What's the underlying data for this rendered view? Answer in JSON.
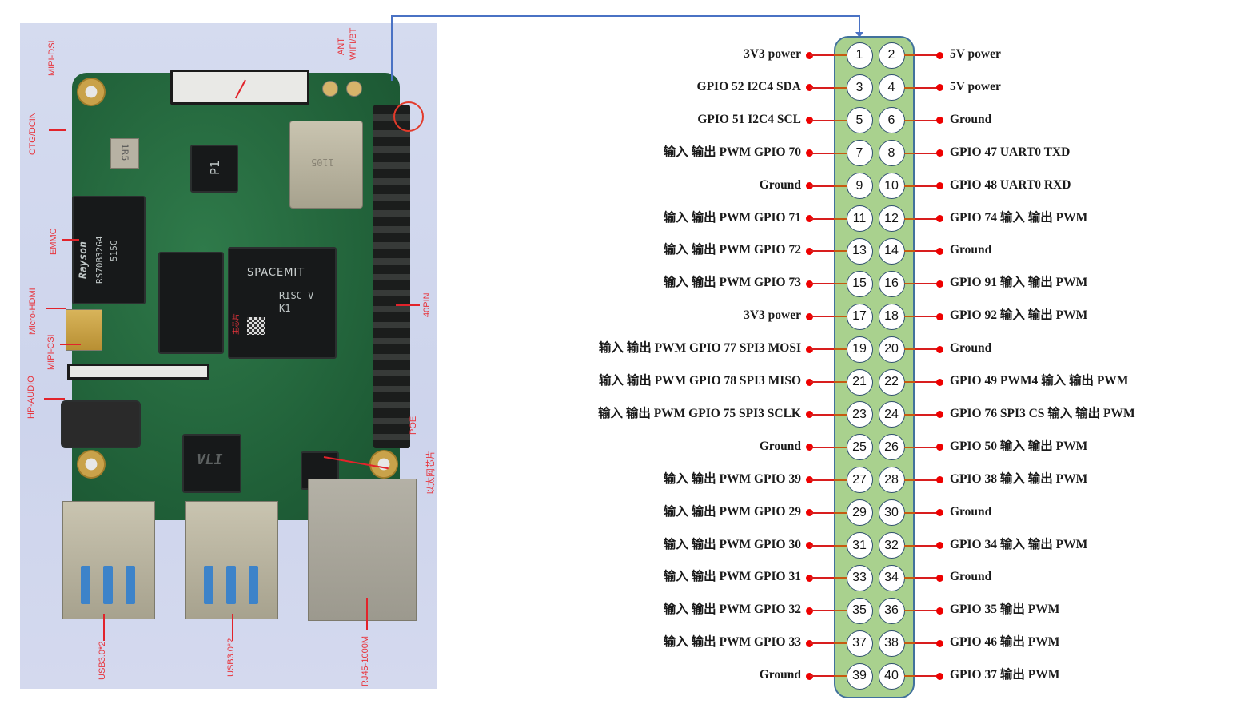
{
  "board_photo": {
    "chip_marks": {
      "soc_brand": "SPACEMIT",
      "soc_line1": "RISC-V",
      "soc_line2": "K1",
      "emmc_line1": "RS70B32G4",
      "emmc_line2": "515G",
      "emmc_brand": "Rayson",
      "pmic": "P1",
      "wifi_module": "1105",
      "inductor": "1R5",
      "usb_hub": "VLI"
    },
    "callouts": [
      {
        "id": "mipi-dsi",
        "label": "MIPI-DSI"
      },
      {
        "id": "ant",
        "label": "ANT"
      },
      {
        "id": "wifi-bt",
        "label": "WIFI/BT"
      },
      {
        "id": "otg-dcin",
        "label": "OTG/DCIN"
      },
      {
        "id": "emmc",
        "label": "EMMC"
      },
      {
        "id": "micro-hdmi",
        "label": "Micro-HDMI"
      },
      {
        "id": "mipi-csi",
        "label": "MIPI-CSI"
      },
      {
        "id": "hp-audio",
        "label": "HP-AUDIO"
      },
      {
        "id": "40pin",
        "label": "40PIN"
      },
      {
        "id": "poe",
        "label": "POE"
      },
      {
        "id": "ethernet-chip",
        "label": "以太网芯片"
      },
      {
        "id": "usb3-a",
        "label": "USB3.0*2"
      },
      {
        "id": "usb3-b",
        "label": "USB3.0*2"
      },
      {
        "id": "rj45",
        "label": "RJ45-1000M"
      },
      {
        "id": "main-chip",
        "label": "主芯片"
      }
    ]
  },
  "pinout": {
    "colors": {
      "header_fill": "#a9d18e",
      "header_border": "#41719c",
      "lead_line": "#d81e1e",
      "dot": "#e00000",
      "link_line": "#4a72c4"
    },
    "rows": [
      {
        "left_pin": 1,
        "right_pin": 2,
        "left_label": "3V3 power",
        "right_label": "5V power"
      },
      {
        "left_pin": 3,
        "right_pin": 4,
        "left_label": "GPIO 52 I2C4 SDA",
        "right_label": "5V power"
      },
      {
        "left_pin": 5,
        "right_pin": 6,
        "left_label": "GPIO 51 I2C4 SCL",
        "right_label": "Ground"
      },
      {
        "left_pin": 7,
        "right_pin": 8,
        "left_label": "输入 输出 PWM GPIO 70",
        "right_label": "GPIO 47 UART0 TXD"
      },
      {
        "left_pin": 9,
        "right_pin": 10,
        "left_label": "Ground",
        "right_label": "GPIO 48 UART0 RXD"
      },
      {
        "left_pin": 11,
        "right_pin": 12,
        "left_label": "输入 输出 PWM GPIO 71",
        "right_label": "GPIO 74 输入 输出 PWM"
      },
      {
        "left_pin": 13,
        "right_pin": 14,
        "left_label": "输入 输出 PWM GPIO 72",
        "right_label": "Ground"
      },
      {
        "left_pin": 15,
        "right_pin": 16,
        "left_label": "输入 输出 PWM GPIO 73",
        "right_label": "GPIO 91 输入 输出 PWM"
      },
      {
        "left_pin": 17,
        "right_pin": 18,
        "left_label": "3V3 power",
        "right_label": "GPIO 92 输入 输出 PWM"
      },
      {
        "left_pin": 19,
        "right_pin": 20,
        "left_label": "输入 输出 PWM  GPIO 77 SPI3 MOSI",
        "right_label": "Ground"
      },
      {
        "left_pin": 21,
        "right_pin": 22,
        "left_label": "输入 输出 PWM GPIO 78 SPI3 MISO",
        "right_label": "GPIO 49 PWM4  输入 输出 PWM"
      },
      {
        "left_pin": 23,
        "right_pin": 24,
        "left_label": "输入 输出 PWM GPIO 75 SPI3 SCLK",
        "right_label": "GPIO 76 SPI3 CS  输入 输出 PWM"
      },
      {
        "left_pin": 25,
        "right_pin": 26,
        "left_label": "Ground",
        "right_label": "GPIO 50 输入 输出 PWM"
      },
      {
        "left_pin": 27,
        "right_pin": 28,
        "left_label": "输入 输出 PWM GPIO 39",
        "right_label": "GPIO 38  输入 输出 PWM"
      },
      {
        "left_pin": 29,
        "right_pin": 30,
        "left_label": "输入 输出 PWM GPIO 29",
        "right_label": "Ground"
      },
      {
        "left_pin": 31,
        "right_pin": 32,
        "left_label": "输入 输出 PWM GPIO 30",
        "right_label": "GPIO 34 输入 输出 PWM"
      },
      {
        "left_pin": 33,
        "right_pin": 34,
        "left_label": "输入 输出 PWM GPIO 31",
        "right_label": "Ground"
      },
      {
        "left_pin": 35,
        "right_pin": 36,
        "left_label": "输入 输出 PWM GPIO 32",
        "right_label": "GPIO 35 输出 PWM"
      },
      {
        "left_pin": 37,
        "right_pin": 38,
        "left_label": "输入 输出 PWM GPIO 33",
        "right_label": "GPIO 46 输出 PWM"
      },
      {
        "left_pin": 39,
        "right_pin": 40,
        "left_label": "Ground",
        "right_label": "GPIO 37 输出 PWM"
      }
    ]
  }
}
